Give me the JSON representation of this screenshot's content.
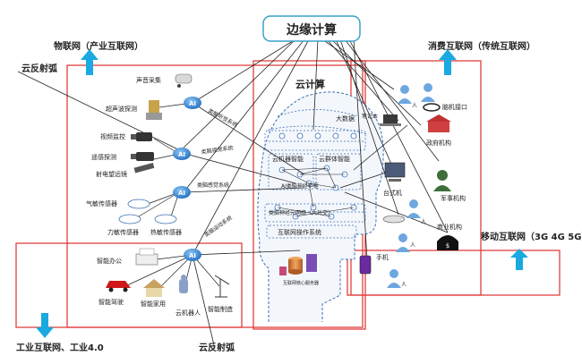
{
  "labels": {
    "edge_computing": "边缘计算",
    "cloud_computing": "云计算",
    "iot_network": "物联网（产业互联网）",
    "consumer_internet": "消费互联网（传统互联网）",
    "mobile_internet": "移动互联网（3G 4G 5G）",
    "industrial_internet": "工业互联网、工业4.0",
    "reflex_arc_top": "云反射弧",
    "reflex_arc_bottom": "云反射弧",
    "big_data": "大数据",
    "cloud_robot_intel": "云机器智能",
    "cloud_swarm_intel": "云群体智能",
    "ai_brain_center": "AI类脑神经中枢",
    "brain_neuron_net": "类脑神经元网络（大社交）",
    "internet_os": "互联网操作系统",
    "internet_core_server": "互联网核心服务器",
    "sound_capture": "声音采集",
    "ultrasonic_probe": "超声波探测",
    "video_monitor": "视频监控",
    "remote_detect": "遥感探测",
    "radio_telescope": "射电望远镜",
    "gas_sensor": "气敏传感器",
    "force_sensor": "力敏传感器",
    "heat_sensor": "热敏传感器",
    "smart_office": "智能办公",
    "smart_drive": "智能驾驶",
    "smart_home": "智能家用",
    "cloud_robot": "云机器人",
    "smart_manufacture": "智能制造",
    "notebook": "笔记本",
    "person": "人",
    "bci": "脑机接口",
    "gov": "政府机构",
    "desktop": "台式机",
    "military": "军事机构",
    "business": "商业机构",
    "phone": "手机",
    "ai_node": "AI",
    "hearing_system": "类脑听觉系统",
    "visual_system": "类脑视觉系统",
    "sensory_system": "类脑感觉系统",
    "motor_system": "类脑运动系统"
  },
  "colors": {
    "red_frame": "#e03030",
    "cyan_arrow": "#1aa9e0",
    "edge_box_border": "#3aa0c8",
    "ai_node_fill": "#2f7fd0",
    "dashed_blue": "#3b6fb3",
    "cloud_light": "#eaf2fb"
  }
}
